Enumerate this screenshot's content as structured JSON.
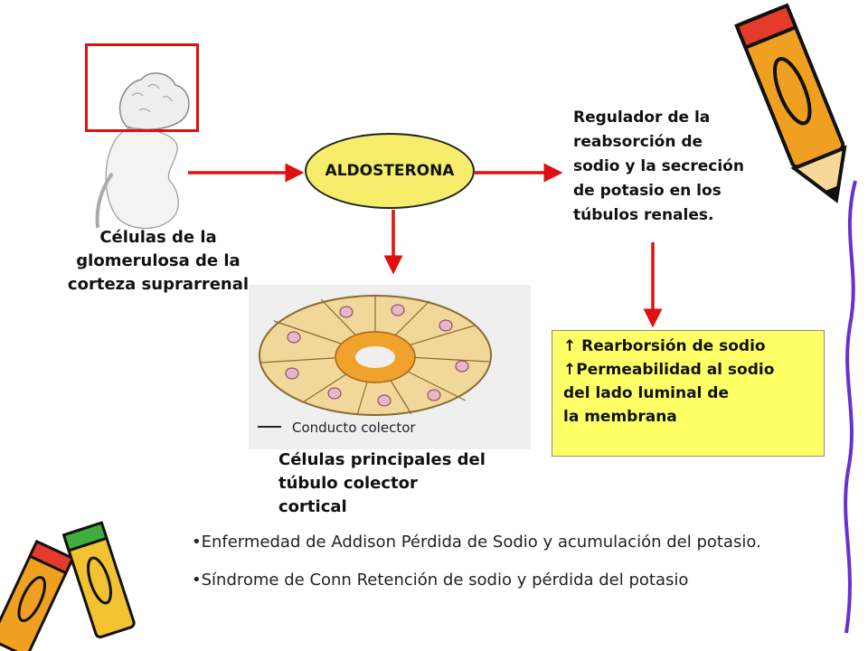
{
  "hormone": "ALDOSTERONA",
  "source_cells": [
    "Células de la",
    "glomerulosa de la",
    "corteza suprarrenal"
  ],
  "target_cells": [
    "Células principales del",
    "túbulo colector",
    "cortical"
  ],
  "duct_caption": "Conducto colector",
  "regulator": [
    "Regulador de la",
    "reabsorción de",
    "sodio y la secreción",
    "de potasio en los",
    "túbulos renales."
  ],
  "effects": [
    "↑ Rearborsión de sodio",
    "↑Permeabilidad al sodio",
    "del lado luminal de",
    "la membrana"
  ],
  "bullets": [
    "•Enfermedad de Addison  Pérdida de Sodio y acumulación del potasio.",
    "•Síndrome de Conn Retención de sodio y pérdida del potasio"
  ],
  "colors": {
    "arrow": "#e01010",
    "ellipse": "#f6ee6a",
    "box": "#ffff66",
    "frame": "#e01010"
  }
}
